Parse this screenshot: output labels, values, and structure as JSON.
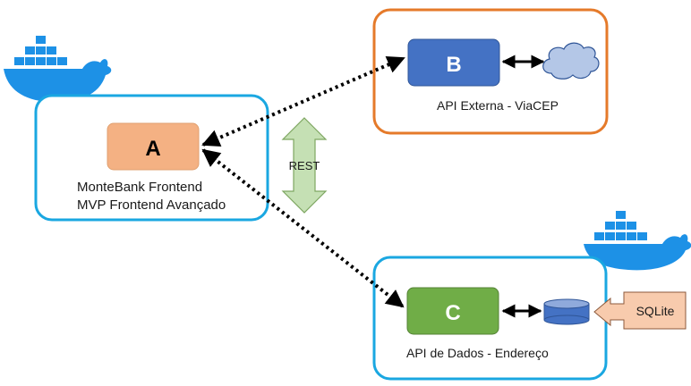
{
  "nodes": {
    "a": {
      "letter": "A",
      "line1": "MonteBank Frontend",
      "line2": "MVP Frontend Avançado"
    },
    "b": {
      "letter": "B",
      "caption": "API Externa - ViaCEP"
    },
    "c": {
      "letter": "C",
      "caption": "API de Dados - Endereço"
    }
  },
  "connector": {
    "label": "REST"
  },
  "database": {
    "label": "SQLite"
  },
  "icons": [
    "docker-whale-icon",
    "cloud-icon",
    "database-cylinder-icon"
  ],
  "colors": {
    "frame_blue": "#1aa7e1",
    "frame_orange": "#e57a2a",
    "node_a": "#f4b183",
    "node_b": "#4472c4",
    "node_c": "#70ad47",
    "rest_arrow": "#c5e0b4",
    "cloud": "#b4c7e7",
    "db": "#4472c4",
    "docker": "#1d91e6",
    "sqlite_box": "#f8cbad"
  }
}
